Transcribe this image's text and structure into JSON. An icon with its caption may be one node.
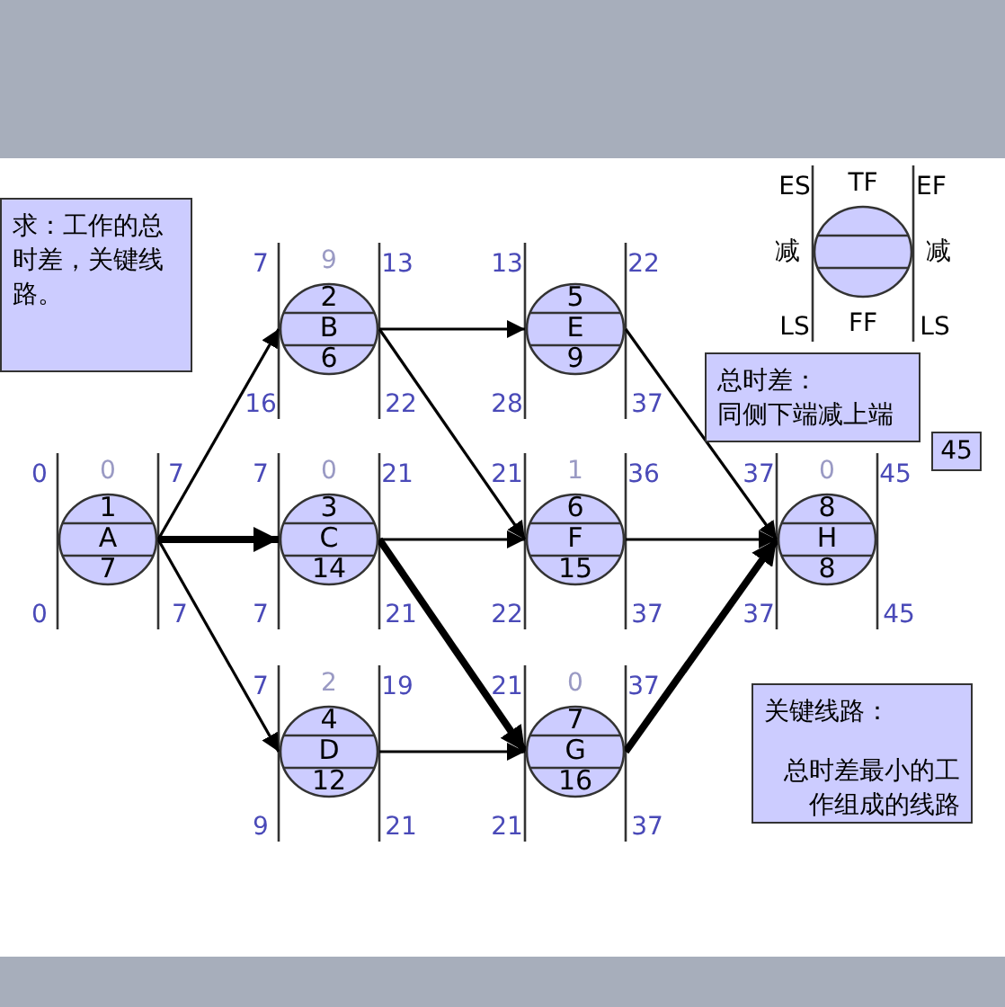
{
  "diagram": {
    "nodes": [
      {
        "text": [
          "求：工作的总时差，关键线路。"
        ]
      },
      {
        "text": [],
        "shape": "circle",
        "beside": [
          "ES",
          "TF",
          "EF",
          "减",
          "减",
          "LS",
          "FF",
          "LS"
        ]
      },
      {
        "text": [
          "总时差：",
          "同侧下端减上端"
        ]
      },
      {
        "text": [
          "1",
          "A",
          "7"
        ],
        "beside": [
          "0",
          "0",
          "7",
          "0",
          "7"
        ]
      },
      {
        "text": [
          "2",
          "B",
          "6"
        ],
        "beside": [
          "7",
          "9",
          "13",
          "16",
          "22"
        ]
      },
      {
        "text": [
          "3",
          "C",
          "14"
        ],
        "beside": [
          "7",
          "0",
          "21",
          "7",
          "21"
        ]
      },
      {
        "text": [
          "4",
          "D",
          "12"
        ],
        "beside": [
          "7",
          "2",
          "19",
          "9",
          "21"
        ]
      },
      {
        "text": [
          "5",
          "E",
          "9"
        ],
        "beside": [
          "13",
          "22",
          "28",
          "37"
        ]
      },
      {
        "text": [
          "6",
          "F",
          "15"
        ],
        "beside": [
          "21",
          "1",
          "36",
          "22",
          "37"
        ]
      },
      {
        "text": [
          "7",
          "G",
          "16"
        ],
        "beside": [
          "21",
          "0",
          "37",
          "21",
          "37"
        ]
      },
      {
        "text": [
          "8",
          "H",
          "8"
        ],
        "beside": [
          "37",
          "0",
          "45",
          "37",
          "45"
        ]
      },
      {
        "text": [
          "45"
        ]
      },
      {
        "text": [
          "关键线路：",
          "总时差最小的工作组成的线路"
        ]
      }
    ],
    "edges": [
      {
        "from": 3,
        "to": 4,
        "arrow": "to"
      },
      {
        "from": 3,
        "to": 5,
        "arrow": "to",
        "style": "thick"
      },
      {
        "from": 3,
        "to": 6,
        "arrow": "to"
      },
      {
        "from": 4,
        "to": 7,
        "arrow": "to"
      },
      {
        "from": 4,
        "to": 8,
        "arrow": "to"
      },
      {
        "from": 5,
        "to": 8,
        "arrow": "to"
      },
      {
        "from": 5,
        "to": 9,
        "arrow": "to",
        "style": "thick"
      },
      {
        "from": 6,
        "to": 9,
        "arrow": "to"
      },
      {
        "from": 7,
        "to": 10,
        "arrow": "to"
      },
      {
        "from": 8,
        "to": 10,
        "arrow": "to"
      },
      {
        "from": 9,
        "to": 10,
        "arrow": "to",
        "style": "thick"
      }
    ]
  }
}
